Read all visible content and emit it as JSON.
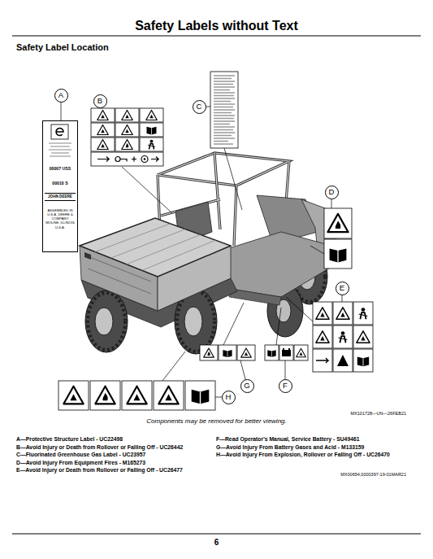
{
  "diagram": {
    "title": "Safety Labels without Text",
    "caption": "Components may be removed for better viewing.",
    "nodes": [
      {
        "text": [
          "A"
        ]
      },
      {
        "text": [
          "B"
        ]
      },
      {
        "text": [
          "C"
        ]
      },
      {
        "text": [
          "D"
        ]
      },
      {
        "text": [
          "E"
        ]
      },
      {
        "text": [
          "F"
        ]
      },
      {
        "text": [
          "G"
        ]
      },
      {
        "text": [
          "H"
        ]
      },
      {
        "text": [
          "00007 USS",
          "00010 S",
          "JOHN DEERE",
          "ASSEMBLED IN U.S.A. DEERE & COMPANY MOLINE, ILLINOIS U.S.A."
        ]
      }
    ],
    "edges": [
      {
        "from": 0,
        "to": 8,
        "arrow": "none"
      }
    ],
    "labels": [
      "Safety Label Location",
      "MX101728—UN—26FEB21",
      "A—Protective Structure Label - UC22498",
      "B—Avoid Injury or Death from Rollover or Falling Off - UC26442",
      "C—Fluorinated Greenhouse Gas Label - UC23957",
      "D—Avoid Injury From Equipment Fires - M165273",
      "E—Avoid Injury or Death from Rollover or Falling Off - UC26477",
      "F—Read Operator's Manual, Service Battery - SU49461",
      "G—Avoid Injury From Battery Gases and Acid - M133159",
      "H—Avoid Injury From Explosion, Rollover or Falling Off - UC26470",
      "MX00654,0000397-19-01MAR21",
      "6"
    ]
  }
}
